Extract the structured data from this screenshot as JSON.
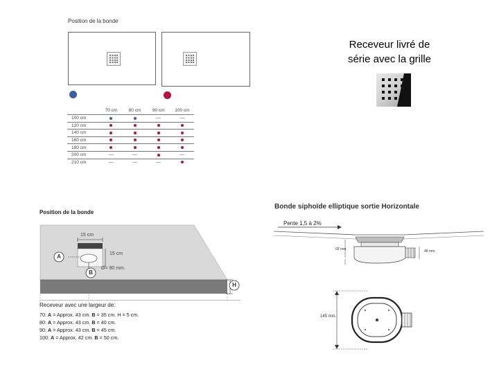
{
  "top_left": {
    "title": "Position de la bonde",
    "legend_colors": {
      "blue": "#3c5fa0",
      "red": "#b3143c"
    },
    "table": {
      "columns": [
        "70 cm",
        "80 cm",
        "90 cm",
        "100 cm"
      ],
      "rows": [
        {
          "label": "100 cm",
          "cells": [
            "blue",
            "blue",
            "none",
            "none"
          ]
        },
        {
          "label": "120 cm",
          "cells": [
            "red",
            "red",
            "red",
            "red"
          ]
        },
        {
          "label": "140 cm",
          "cells": [
            "red",
            "red",
            "red",
            "red"
          ]
        },
        {
          "label": "160 cm",
          "cells": [
            "red",
            "red",
            "red",
            "red"
          ]
        },
        {
          "label": "180 cm",
          "cells": [
            "red",
            "red",
            "red",
            "red"
          ]
        },
        {
          "label": "200 cm",
          "cells": [
            "none",
            "none",
            "red",
            "none"
          ]
        },
        {
          "label": "210 cm",
          "cells": [
            "none",
            "none",
            "none",
            "red"
          ]
        }
      ],
      "dash": "—"
    }
  },
  "top_right": {
    "caption_line1": "Receveur livré de",
    "caption_line2": "série avec la grille"
  },
  "bottom_left": {
    "title": "Position de la bonde",
    "dim_top": "15 cm",
    "dim_side": "15 cm",
    "diameter": "Ø= 90 mm.",
    "label_a": "A",
    "label_b": "B",
    "label_h": "H",
    "subtitle": "Receveur avec une largeur de:",
    "lines": [
      {
        "w": "70:",
        "a": "A",
        "av": " = Approx. 43 cm. ",
        "b": "B",
        "bv": " = 35 cm.    H = 5 cm."
      },
      {
        "w": "80:",
        "a": "A",
        "av": " = Approx. 43 cm. ",
        "b": "B",
        "bv": " = 40 cm."
      },
      {
        "w": "90:",
        "a": "A",
        "av": " = Approx. 43 cm. ",
        "b": "B",
        "bv": " = 45 cm."
      },
      {
        "w": "100:",
        "a": "A",
        "av": " = Approx. 42 cm. ",
        "b": "B",
        "bv": " = 50 cm."
      }
    ]
  },
  "bottom_right": {
    "title": "Bonde siphoïde elliptique sortie Horizontale",
    "slope": "Pente 1,5 à 2%",
    "dim1": "68 mm.",
    "dim2": "48 mm.",
    "dim3": "145 mm."
  }
}
